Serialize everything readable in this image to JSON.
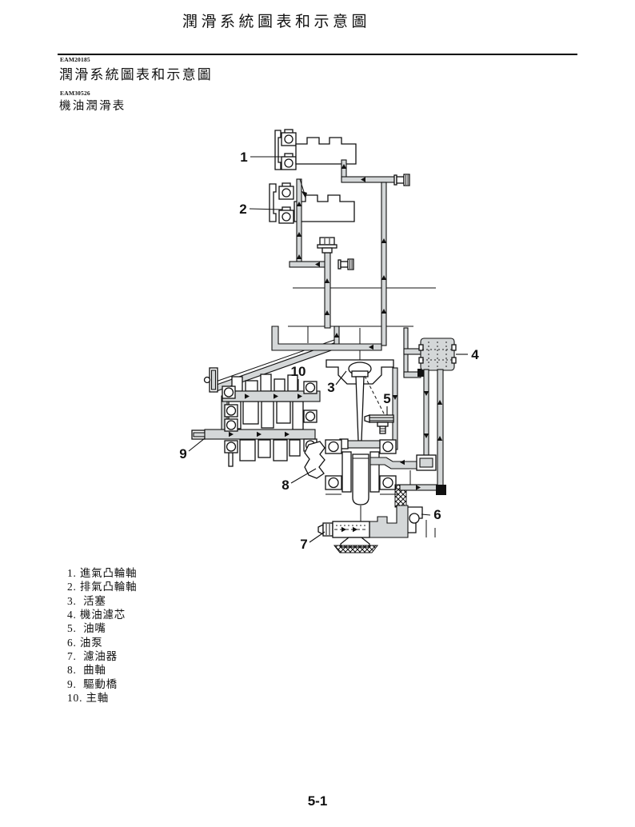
{
  "page": {
    "running_title": "潤滑系統圖表和示意圖",
    "page_number": "5-1"
  },
  "section": {
    "code": "EAM20185",
    "title": "潤滑系統圖表和示意圖"
  },
  "subsection": {
    "code": "EAM30526",
    "title": "機油潤滑表"
  },
  "diagram": {
    "callouts": [
      "1",
      "2",
      "3",
      "4",
      "5",
      "6",
      "7",
      "8",
      "9",
      "10"
    ]
  },
  "legend": {
    "items": [
      "1. 進氣凸輪軸",
      "2. 排氣凸輪軸",
      "3.  活塞",
      "4. 機油濾芯",
      "5.  油嘴",
      "6. 油泵",
      "7.  濾油器",
      "8.  曲軸",
      "9.  驅動橋",
      "10. 主軸"
    ]
  },
  "colors": {
    "pipe_fill": "#d4d7d8",
    "outline": "#111111",
    "paper": "#ffffff"
  }
}
